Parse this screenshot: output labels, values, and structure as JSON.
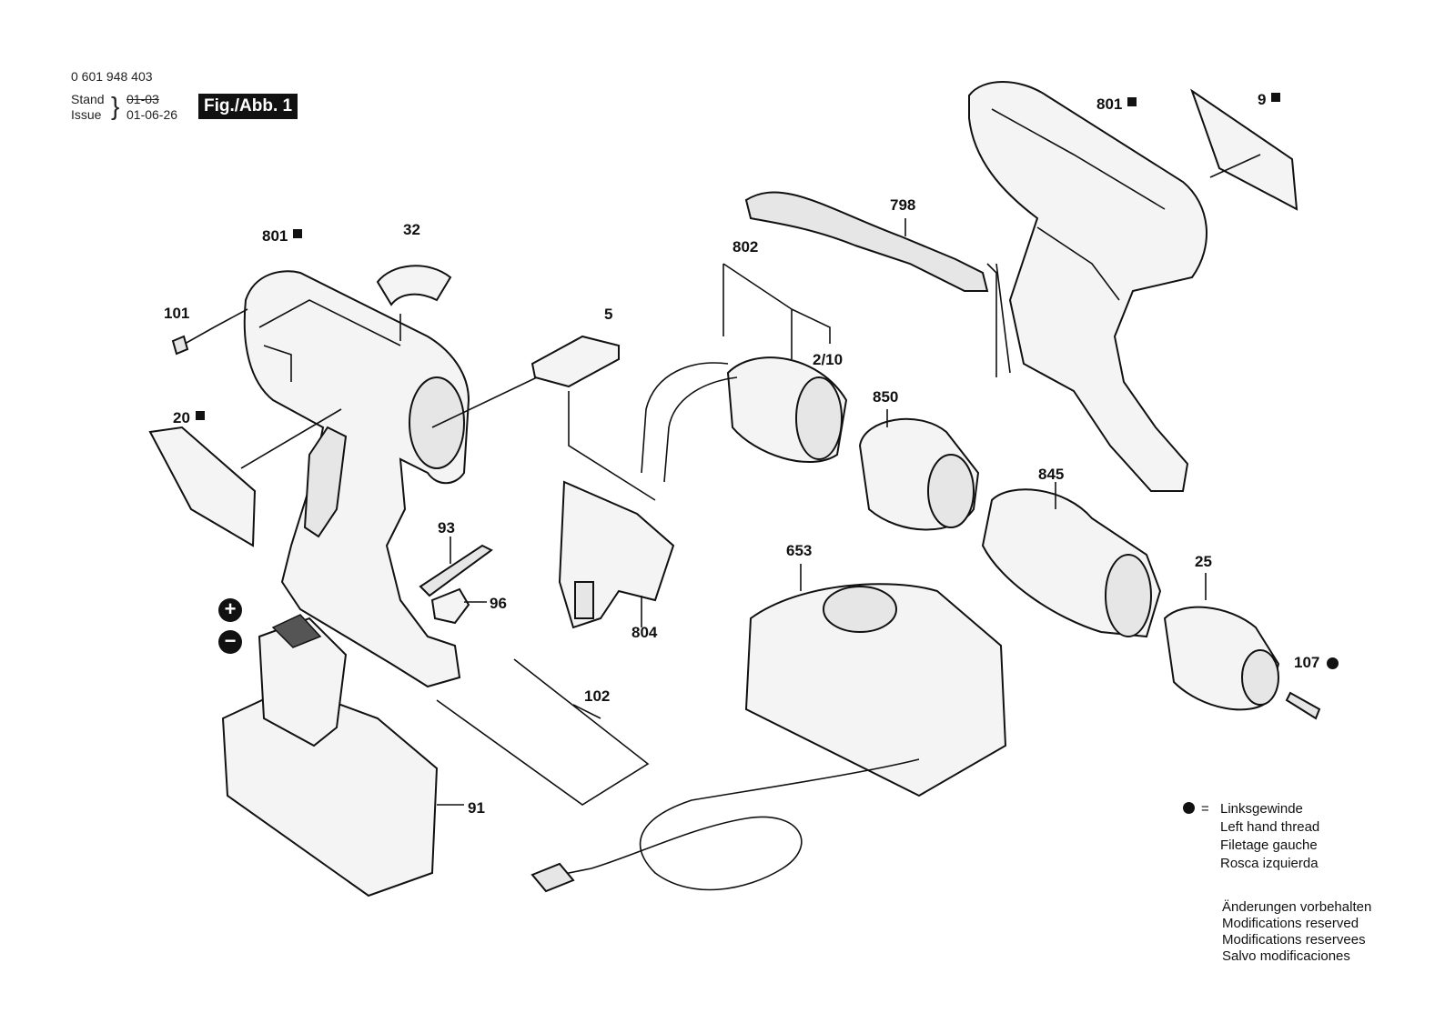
{
  "header": {
    "part_number": "0 601 948 403",
    "stand_label": "Stand",
    "stand_value": "01-03",
    "issue_label": "Issue",
    "issue_value": "01-06-26",
    "figure": "Fig./Abb. 1"
  },
  "labels": {
    "l801a": "801",
    "l801b": "801",
    "l9": "9",
    "l32": "32",
    "l798": "798",
    "l802": "802",
    "l101": "101",
    "l5": "5",
    "l210": "2/10",
    "l850": "850",
    "l20": "20",
    "l845": "845",
    "l93": "93",
    "l96": "96",
    "l653": "653",
    "l25": "25",
    "l804": "804",
    "l107": "107",
    "l102": "102",
    "l91": "91"
  },
  "battery_symbols": {
    "plus": "+",
    "minus": "−"
  },
  "legend": {
    "bullet_eq": "=",
    "lines": [
      "Linksgewinde",
      "Left hand thread",
      "Filetage gauche",
      "Rosca izquierda"
    ]
  },
  "disclaimer": {
    "lines": [
      "Änderungen vorbehalten",
      "Modifications reserved",
      "Modifications reservees",
      "Salvo modificaciones"
    ]
  }
}
